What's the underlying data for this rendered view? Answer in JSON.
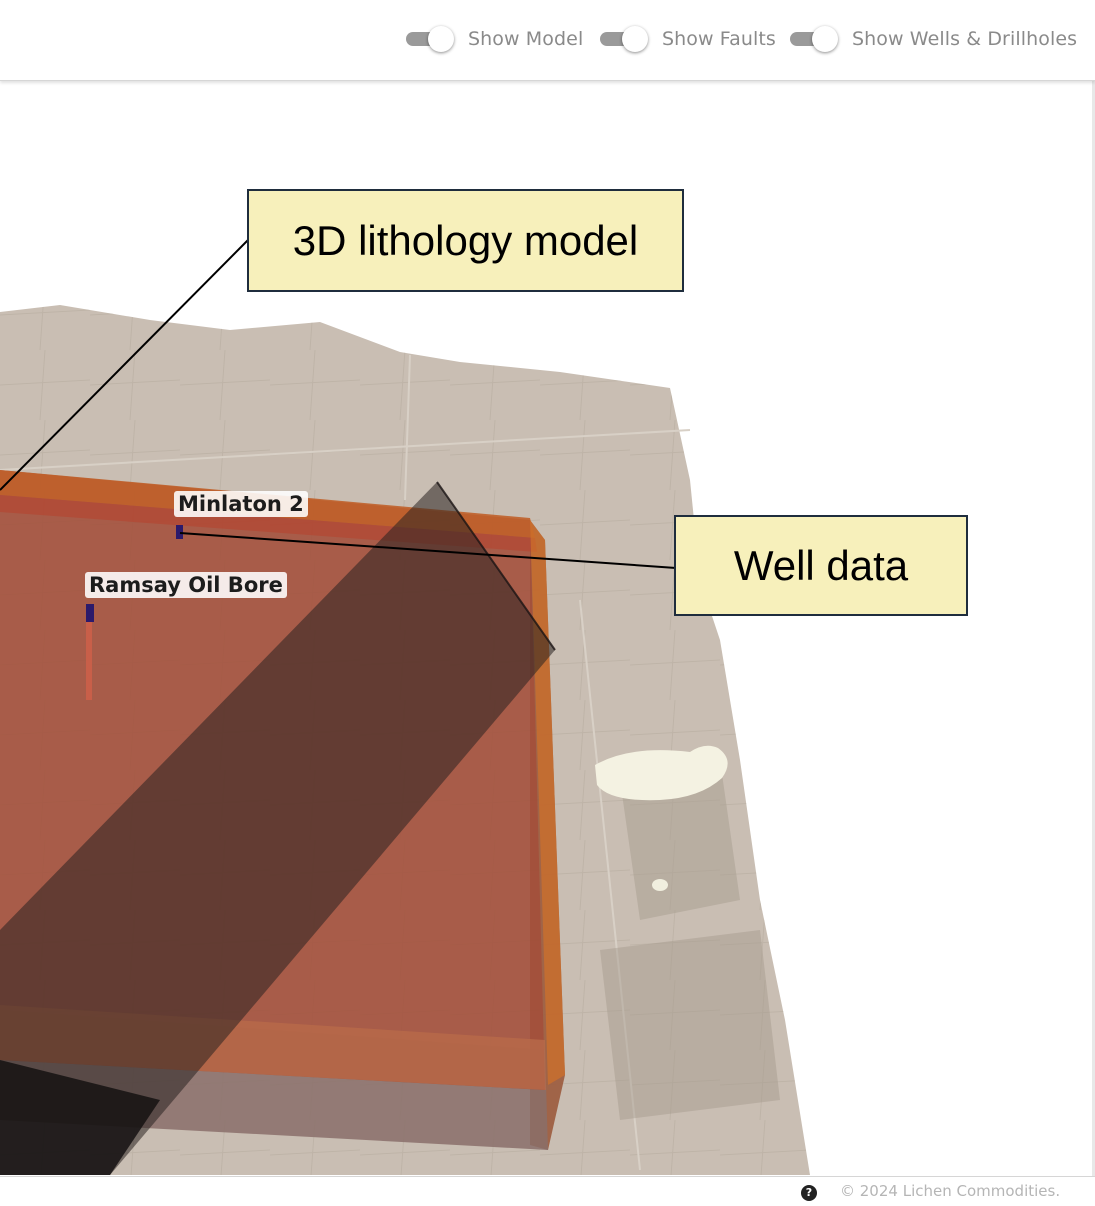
{
  "toolbar": {
    "toggles": [
      {
        "label": "Show Model",
        "state": "on"
      },
      {
        "label": "Show Faults",
        "state": "on"
      },
      {
        "label": "Show Wells & Drillholes",
        "state": "on"
      }
    ]
  },
  "viewer": {
    "wells": [
      {
        "name": "Minlaton 2"
      },
      {
        "name": "Ramsay Oil Bore"
      }
    ]
  },
  "annotations": {
    "model_callout": "3D lithology model",
    "well_callout": "Well data"
  },
  "footer": {
    "help_icon": "question-circle-icon",
    "copyright": "© 2024 Lichen Commodities."
  },
  "colors": {
    "callout_fill": "#f7f0bb",
    "callout_border": "#1f2d3d",
    "model_fill": "#a34e3a",
    "fault_plane": "#2a2220",
    "terrain": "#c9beb3",
    "toggle_track": "#9a9a9a"
  }
}
